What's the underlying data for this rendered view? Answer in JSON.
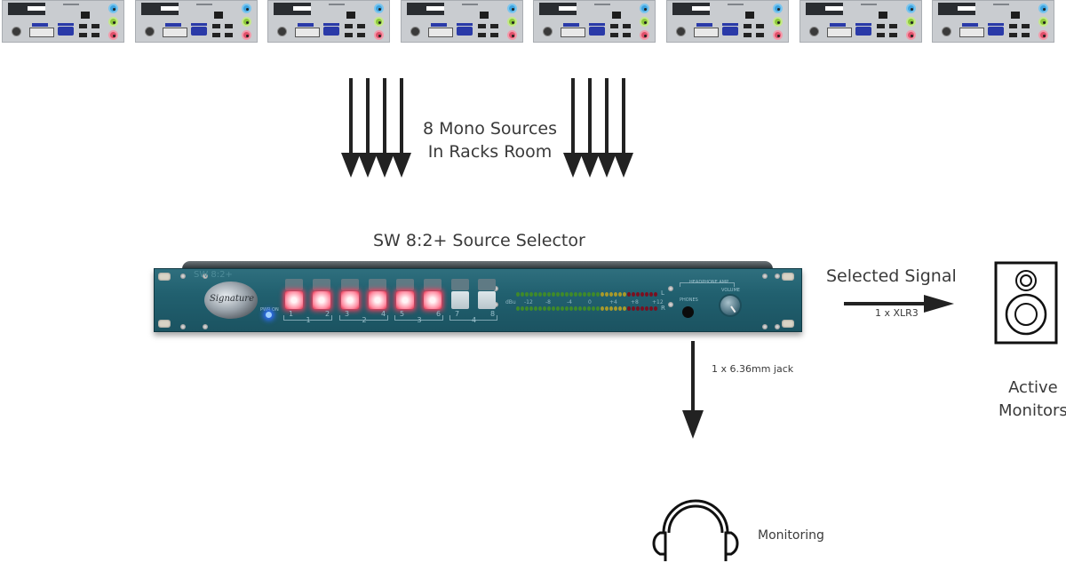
{
  "diagram": {
    "title": "SW 8:2+ Source Selector",
    "sources_label_line1": "8 Mono Sources",
    "sources_label_line2": "In Racks Room",
    "source_count": 8,
    "output_label": "Selected Signal",
    "output_connector": "1 x XLR3",
    "monitor_label_line1": "Active",
    "monitor_label_line2": "Monitors",
    "headphone_connector": "1 x 6.36mm jack",
    "headphone_label": "Monitoring"
  },
  "device": {
    "model": "SW 8:2+",
    "logo": "Signature",
    "power_label": "PWR ON",
    "buttons": [
      {
        "number": "1",
        "lit": true
      },
      {
        "number": "2",
        "lit": true
      },
      {
        "number": "3",
        "lit": true
      },
      {
        "number": "4",
        "lit": true
      },
      {
        "number": "5",
        "lit": true
      },
      {
        "number": "6",
        "lit": true
      },
      {
        "number": "7",
        "lit": false
      },
      {
        "number": "8",
        "lit": false
      }
    ],
    "groups": [
      "1",
      "2",
      "3",
      "4"
    ],
    "meter": {
      "unit": "dBu",
      "scale": [
        "-12",
        "-8",
        "-4",
        "0",
        "+4",
        "+8",
        "+12"
      ],
      "channels": [
        "L",
        "R"
      ],
      "colors": {
        "green": "#3f8a2a",
        "yellow": "#a89a2a",
        "red": "#7a1020"
      }
    },
    "headphone_section": "HEADPHONE AMP",
    "phones_label": "PHONES",
    "volume_label": "VOLUME"
  },
  "colors": {
    "panel": "#21606f",
    "button_on": "#ff3a5a",
    "power_led": "#2f6cff",
    "arrow": "#222222"
  }
}
